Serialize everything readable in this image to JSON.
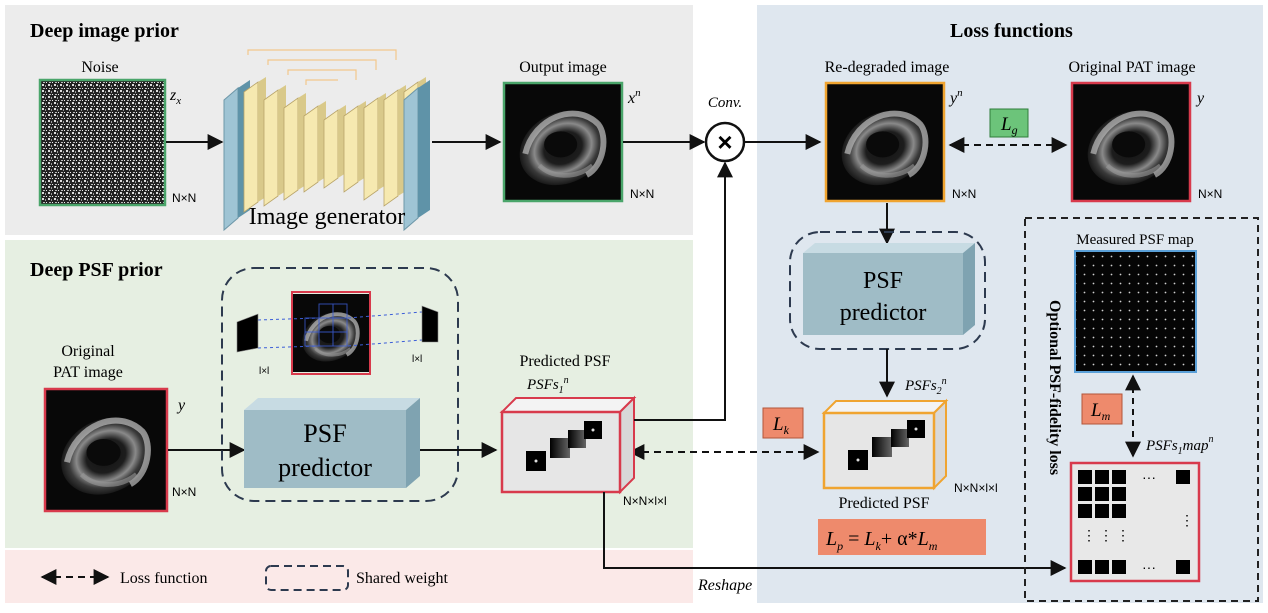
{
  "sections": {
    "top_left_title": "Deep image prior",
    "left_mid_title": "Deep PSF prior",
    "right_title": "Loss functions",
    "side_title": "Optional PSF-fidelity loss"
  },
  "noise": {
    "label": "Noise",
    "symbol": "z",
    "subscript": "x",
    "size": "N×N"
  },
  "generator": {
    "label": "Image generator"
  },
  "output": {
    "label": "Output image",
    "symbol": "x",
    "sup": "n",
    "size": "N×N"
  },
  "conv": {
    "label": "Conv.",
    "glyph": "×"
  },
  "redegraded": {
    "label": "Re-degraded image",
    "symbol": "y",
    "sup": "n",
    "size": "N×N"
  },
  "original_top": {
    "label": "Original PAT image",
    "symbol": "y",
    "size": "N×N"
  },
  "loss_g": {
    "base": "L",
    "sub": "g"
  },
  "psf_predictor_right": {
    "line1": "PSF",
    "line2": "predictor"
  },
  "psf_predictor_left": {
    "line1": "PSF",
    "line2": "predictor"
  },
  "patch_labels": {
    "left": "l×l",
    "right": "l×l"
  },
  "original_left": {
    "line1": "Original",
    "line2": "PAT image",
    "symbol": "y",
    "size": "N×N"
  },
  "predicted_left": {
    "label": "Predicted PSF",
    "symbol": "PSFs",
    "sub": "1",
    "sup": "n",
    "size": "N×N×l×l"
  },
  "predicted_right": {
    "label": "Predicted PSF",
    "symbol": "PSFs",
    "sub": "2",
    "sup": "n",
    "size": "N×N×l×l"
  },
  "loss_k": {
    "base": "L",
    "sub": "k"
  },
  "loss_m": {
    "base": "L",
    "sub": "m"
  },
  "loss_p": {
    "lhs": "L",
    "lhs_sub": "p",
    "eq": " = ",
    "t1": "L",
    "t1_sub": "k",
    "plus": "+ α*",
    "t2": "L",
    "t2_sub": "m"
  },
  "measured_map": {
    "label": "Measured PSF map"
  },
  "psf_map": {
    "symbol": "PSFs",
    "sub": "1",
    "mid": "map",
    "sup": "n",
    "dots": "···",
    "vdots": "⋮"
  },
  "reshape": {
    "label": "Reshape"
  },
  "legend": {
    "loss_label": "Loss function",
    "shared_label": "Shared weight"
  },
  "colors": {
    "panel_gray": "#ececec",
    "panel_green": "#e6efe2",
    "panel_pink": "#fbe9e8",
    "panel_blue": "#dfe7ef",
    "box_teal": "#9fbcc6",
    "loss_green": "#6cc47a",
    "loss_red": "#ee8a6c",
    "border_green": "#4aa56a",
    "border_orange": "#f0a430",
    "border_red": "#d83a4c",
    "border_blue": "#5aa0d8"
  }
}
